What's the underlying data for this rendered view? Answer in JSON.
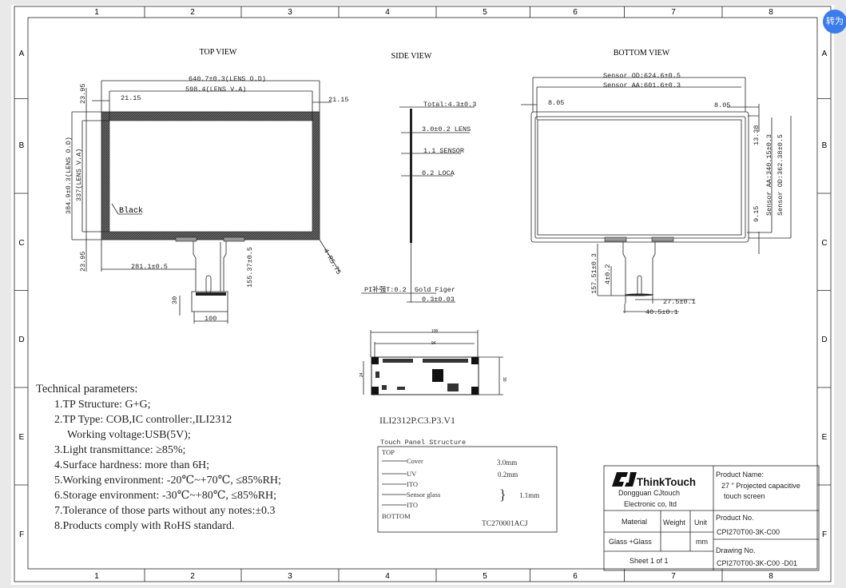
{
  "frame": {
    "columns": [
      "1",
      "2",
      "3",
      "4",
      "5",
      "6",
      "7",
      "8"
    ],
    "rows": [
      "A",
      "B",
      "C",
      "D",
      "E",
      "F"
    ]
  },
  "top_view": {
    "title": "TOP VIEW",
    "lens_od_width": "640.7±0.3(LENS O.D)",
    "lens_va_width": "598.4(LENS V.A)",
    "left_margin": "21.15",
    "right_margin": "21.15",
    "top_margin": "23.95",
    "bottom_margin": "23.95",
    "lens_od_height": "384.9±0.3(LENS O.D)",
    "lens_va_height": "337(LENS V.A)",
    "black_label": "Black",
    "fpc_offset": "281.1±0.5",
    "fpc_length": "155.37±0.5",
    "corner_radius": "4-R5.75",
    "board_height": "30",
    "board_width": "100"
  },
  "side_view": {
    "title": "SIDE VIEW",
    "total": "Total:4.3±0.3",
    "lens": "3.0±0.2 LENS",
    "sensor": "1.1 SENSOR",
    "loca": "0.2 LOCA",
    "pi_stiffener": "PI补强T:0.2",
    "gold_finger": "Gold Figer",
    "fpc_thickness": "0.3±0.03"
  },
  "bottom_view": {
    "title": "BOTTOM VIEW",
    "sensor_od_width": "Sensor OD:624.6±0.5",
    "sensor_aa_width": "Sensor AA:601.6±0.3",
    "left_margin": "8.05",
    "right_margin": "8.05",
    "top_margin": "13.38",
    "bottom_margin": "9.15",
    "sensor_aa_height": "Sensor AA:340.15±0.3",
    "sensor_od_height": "Sensor OD:362.38±0.5",
    "fpc_length": "157.51±0.3",
    "stiffener": "4±0.2",
    "finger_width": "27.5±0.1",
    "fpc_width": "40.5±0.1"
  },
  "pcb": {
    "width_outer": "100",
    "width_inner": "94",
    "height_left": "24",
    "height_right": "30",
    "model": "ILI2312P.C3.P3.V1"
  },
  "tech_params": {
    "title": "Technical parameters:",
    "items": [
      "1.TP Structure: G+G;",
      "2.TP Type: COB,IC controller:,ILI2312",
      "  Working voltage:USB(5V);",
      "3.Light transmittance: ≥85%;",
      "4.Surface hardness: more than 6H;",
      "5.Working environment: -20℃~+70℃, ≤85%RH;",
      "6.Storage environment: -30℃~+80℃, ≤85%RH;",
      "7.Tolerance of those parts without any notes:±0.3",
      "8.Products comply with RoHS standard."
    ]
  },
  "structure": {
    "title": "Touch Panel Structure",
    "top": "TOP",
    "bottom": "BOTTOM",
    "layers": [
      "Cover",
      "UV",
      "ITO",
      "Sensor glass",
      "ITO"
    ],
    "cover_thickness": "3.0mm",
    "uv_thickness": "0.2mm",
    "sensor_thickness": "1.1mm",
    "code": "TC270001ACJ"
  },
  "title_block": {
    "logo": "CJ ThinkTouch",
    "company_line1": "Dongguan CJtouch",
    "company_line2": "Electronic co, ltd",
    "product_name_label": "Product Name:",
    "product_name_line1": "27 \" Projected capacitive",
    "product_name_line2": "touch screen",
    "material_label": "Material",
    "weight_label": "Weight",
    "unit_label": "Unit",
    "material_value": "Glass +Glass",
    "unit_value": "mm",
    "sheet": "Sheet 1 of 1",
    "product_no_label": "Product No.",
    "product_no": "CPI270T00-3K-C00",
    "drawing_no_label": "Drawing No.",
    "drawing_no": "CPI270T00-3K-C00 -D01"
  },
  "overlay": {
    "badge": "转为"
  }
}
